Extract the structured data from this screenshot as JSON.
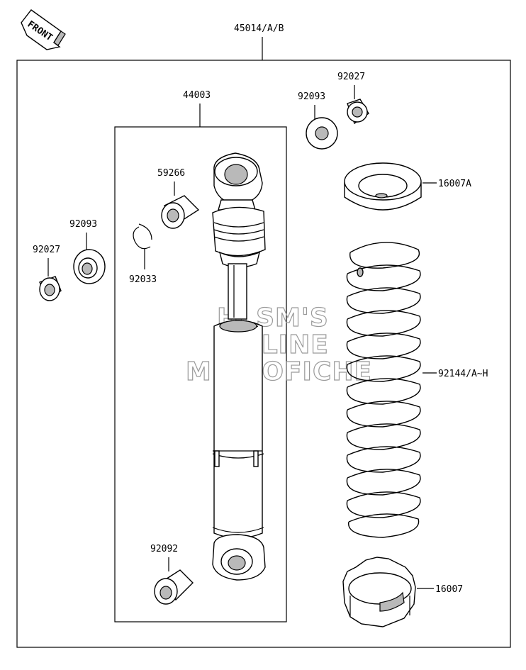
{
  "orientation": {
    "label": "FRONT",
    "icon": "front-arrow-icon"
  },
  "assembly": {
    "part_number": "45014/A/B"
  },
  "subassembly": {
    "part_number": "44003"
  },
  "parts": {
    "bushing_top": "59266",
    "circlip": "92033",
    "bushing_bottom": "92092",
    "collar_upper_right": "92027",
    "washer_upper_right": "92093",
    "spring_seat": "16007A",
    "spring": "92144/A~H",
    "adjuster_nut": "16007",
    "washer_left": "92093",
    "collar_left": "92027"
  },
  "watermark": {
    "line1": "HLSM'S",
    "line2": "ONLINE",
    "line3": "MICROFICHE"
  }
}
